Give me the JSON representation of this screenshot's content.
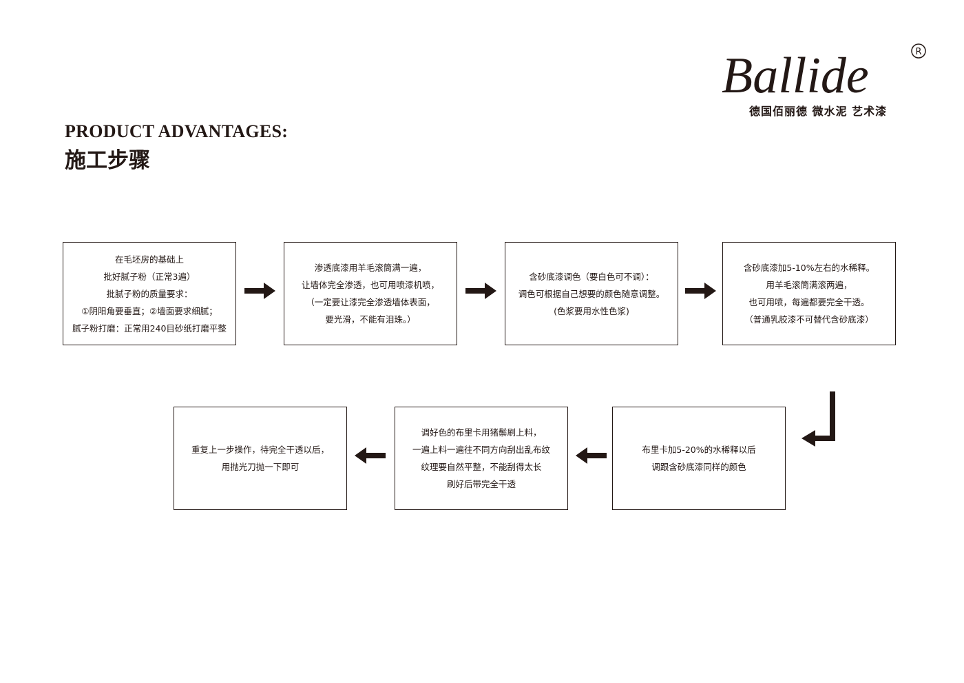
{
  "brand": {
    "logo_text": "Ballide",
    "registered_mark": "R",
    "subtitle": "德国佰丽德  微水泥  艺术漆"
  },
  "heading": {
    "en": "PRODUCT ADVANTAGES:",
    "cn": "施工步骤"
  },
  "steps": [
    {
      "lines": [
        "在毛坯房的基础上",
        "批好腻子粉（正常3遍）",
        "批腻子粉的质量要求：",
        "①阴阳角要垂直；②墙面要求细腻；",
        "腻子粉打磨：正常用240目砂纸打磨平整"
      ]
    },
    {
      "lines": [
        "渗透底漆用羊毛滚筒满一遍，",
        "让墙体完全渗透，也可用喷漆机喷，",
        "（一定要让漆完全渗透墙体表面，",
        "要光滑，不能有泪珠。）"
      ]
    },
    {
      "lines": [
        "含砂底漆调色（要白色可不调）：",
        "调色可根据自己想要的颜色随意调整。",
        "(色浆要用水性色浆)"
      ]
    },
    {
      "lines": [
        "含砂底漆加5-10%左右的水稀释。",
        "用羊毛滚筒满滚两遍，",
        "也可用喷，每遍都要完全干透。",
        "（普通乳胶漆不可替代含砂底漆）"
      ]
    },
    {
      "lines": [
        "布里卡加5-20%的水稀释以后",
        "调跟含砂底漆同样的颜色"
      ]
    },
    {
      "lines": [
        "调好色的布里卡用猪鬃刷上料，",
        "一遍上料一遍往不同方向刮出乱布纹",
        "纹理要自然平整，不能刮得太长",
        "刷好后带完全干透"
      ]
    },
    {
      "lines": [
        "重复上一步操作，待完全干透以后，",
        "用抛光刀抛一下即可"
      ]
    }
  ],
  "colors": {
    "ink": "#231815",
    "background": "#ffffff"
  }
}
